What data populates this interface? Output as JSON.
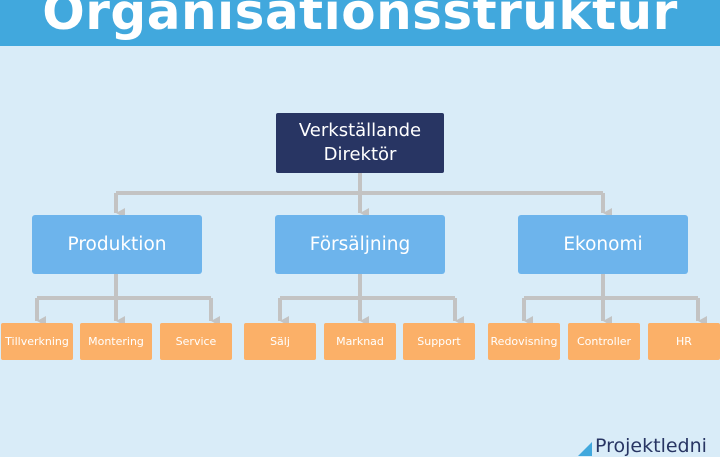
{
  "header": {
    "title": "Organisationsstruktur"
  },
  "chart": {
    "root": {
      "label": "Verkställande Direktör"
    },
    "departments": [
      {
        "label": "Produktion",
        "units": [
          "Tillverkning",
          "Montering",
          "Service"
        ]
      },
      {
        "label": "Försäljning",
        "units": [
          "Sälj",
          "Marknad",
          "Support"
        ]
      },
      {
        "label": "Ekonomi",
        "units": [
          "Redovisning",
          "Controller",
          "HR"
        ]
      }
    ]
  },
  "colors": {
    "header": "#41a8dd",
    "background": "#d9ecf8",
    "root_box": "#283563",
    "department_box": "#6db4ec",
    "unit_box": "#fbb068",
    "connector": "#c3c3c3"
  },
  "footer": {
    "logo_text": "Projektledni"
  }
}
